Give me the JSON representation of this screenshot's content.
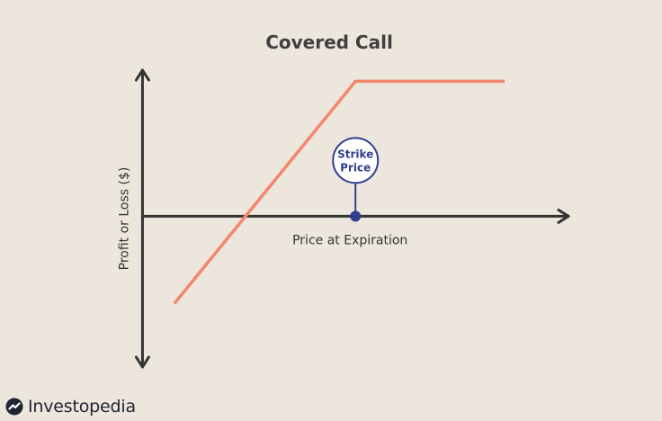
{
  "chart_data": {
    "type": "line",
    "title": "Covered Call",
    "xlabel": "Price at Expiration",
    "ylabel": "Profit or Loss ($)",
    "annotations": [
      {
        "text_lines": [
          "Strike",
          "Price"
        ],
        "at": "strike"
      }
    ],
    "series": [
      {
        "values": [
          {
            "x": 0.15,
            "y": -0.55
          },
          {
            "x": 1.0,
            "y": 0.85
          },
          {
            "x": 1.7,
            "y": 0.85
          }
        ]
      }
    ],
    "strike": {
      "x": 1.0,
      "y": 0
    },
    "xlim": [
      -0.12,
      2.0
    ],
    "ylim": [
      -0.95,
      0.92
    ],
    "grid": false,
    "legend": "none"
  },
  "colors": {
    "background": "#ece6dd",
    "payoff_line": "#f2876c",
    "axis": "#333333",
    "strike_marker": "#2f3f8f",
    "title": "#3f3f3f"
  },
  "brand": {
    "name": "Investopedia",
    "icon": "investopedia-logo-icon"
  }
}
